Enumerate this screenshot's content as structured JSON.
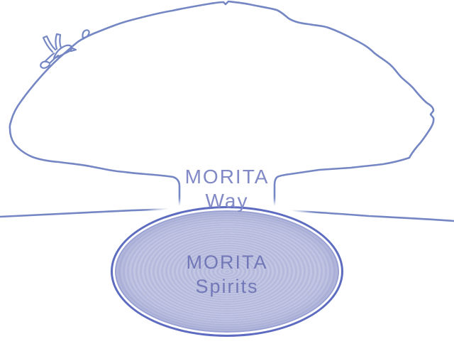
{
  "colors": {
    "page_background": "#ffffff",
    "line": "#7486c3",
    "trunk_label_text": "#8189c6",
    "ellipse_label_text": "#7278b7",
    "ellipse_fill": "#b5badd",
    "ellipse_fill_ring": "#c2c6e3",
    "ellipse_border": "#5d6cc0",
    "ellipse_inner_ring": "#9aa1d3",
    "halo": "#ffffff"
  },
  "icons": {
    "bird": "bird-outline-icon",
    "branch_curl": "branch-curl-icon"
  },
  "labels": {
    "trunk": {
      "line1": "MORITA",
      "line2": "Way"
    },
    "roots": {
      "line1": "MORITA",
      "line2": "Spirits"
    }
  }
}
